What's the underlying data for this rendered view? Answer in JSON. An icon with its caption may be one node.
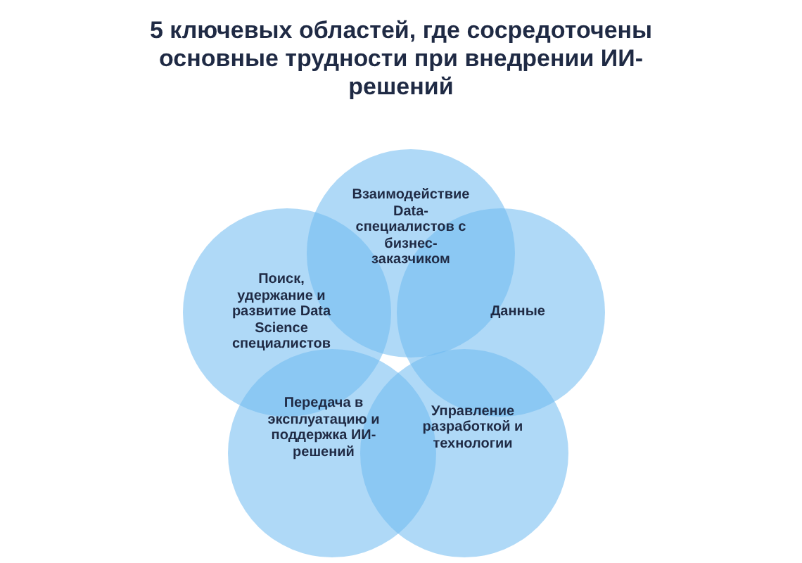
{
  "diagram": {
    "title": "5 ключевых областей, где сосредоточены основные трудности при внедрении ИИ-решений",
    "nodes": [
      {
        "text": [
          "Взаимодействие Data-специалистов с бизнес-заказчиком"
        ]
      },
      {
        "text": [
          "Поиск, удержание и развитие Data Science специалистов"
        ]
      },
      {
        "text": [
          "Данные"
        ]
      },
      {
        "text": [
          "Передача в эксплуатацию и поддержка ИИ-решений"
        ]
      },
      {
        "text": [
          "Управление разработкой и технологии"
        ]
      }
    ],
    "edges": []
  }
}
